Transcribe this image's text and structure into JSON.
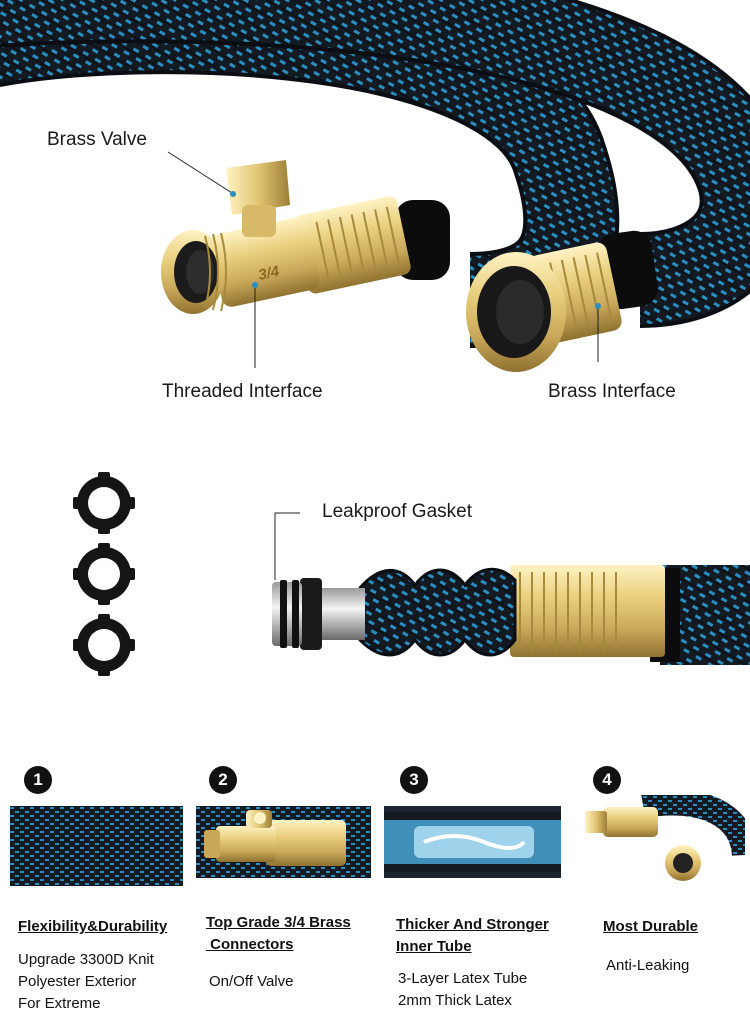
{
  "callouts": {
    "brass_valve": "Brass Valve",
    "threaded_interface": "Threaded Interface",
    "brass_interface": "Brass Interface",
    "leakproof_gasket": "Leakproof Gasket"
  },
  "valve_marking": "3/4",
  "colors": {
    "hose_dark": "#141a22",
    "hose_blue": "#2a8fc0",
    "brass_light": "#f3df9a",
    "brass_mid": "#d8b96a",
    "brass_dark": "#a88a3c",
    "badge": "#111111"
  },
  "features": [
    {
      "number": "1",
      "title": "Flexibility&Durability",
      "text": "Upgrade 3300D  Knit\nPolyester Exterior\nFor Extreme"
    },
    {
      "number": "2",
      "title": "Top Grade 3/4 Brass\n Connectors",
      "text": "On/Off Valve"
    },
    {
      "number": "3",
      "title": "Thicker And Stronger\nInner Tube",
      "text": "3-Layer Latex Tube\n2mm Thick Latex"
    },
    {
      "number": "4",
      "title": "Most Durable",
      "text": "Anti-Leaking"
    }
  ]
}
